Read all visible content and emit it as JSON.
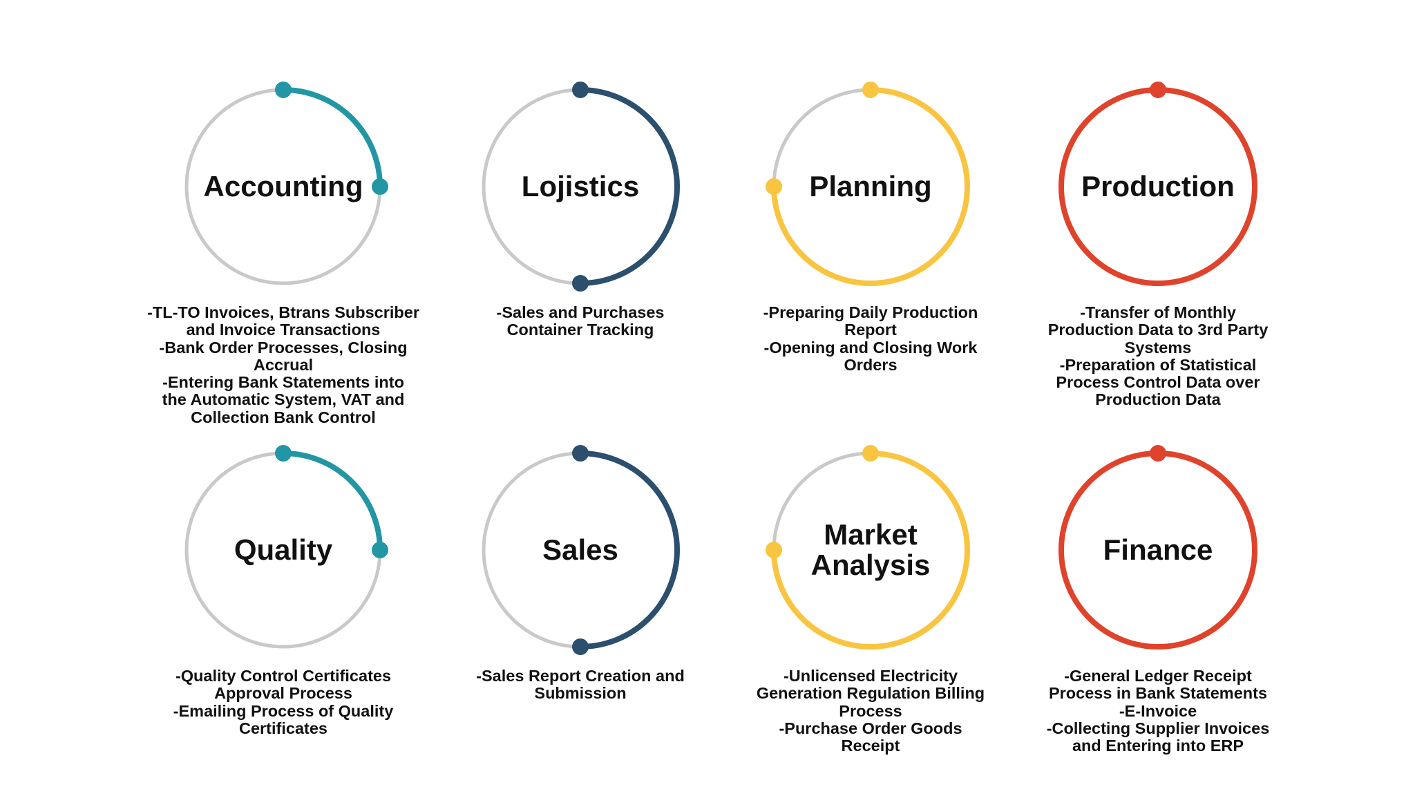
{
  "colors": {
    "track": "#c9c9c9",
    "teal": "#2396a5",
    "navy": "#2b4f6d",
    "yellow": "#f9c440",
    "red": "#e0432c",
    "text": "#111111"
  },
  "cards": [
    {
      "id": "accounting",
      "title": "Accounting",
      "color": "teal",
      "progress_fraction": 0.25,
      "description": [
        "-TL-TO Invoices, Btrans Subscriber",
        "and Invoice Transactions",
        "-Bank Order Processes, Closing",
        "Accrual",
        "-Entering Bank Statements into",
        "the Automatic System, VAT and",
        "Collection Bank Control"
      ]
    },
    {
      "id": "lojistics",
      "title": "Lojistics",
      "color": "navy",
      "progress_fraction": 0.5,
      "description": [
        "-Sales and Purchases",
        "Container Tracking"
      ]
    },
    {
      "id": "planning",
      "title": "Planning",
      "color": "yellow",
      "progress_fraction": 0.75,
      "description": [
        "-Preparing Daily Production",
        "Report",
        "-Opening and Closing Work",
        "Orders"
      ]
    },
    {
      "id": "production",
      "title": "Production",
      "color": "red",
      "progress_fraction": 1.0,
      "description": [
        "-Transfer of Monthly",
        "Production Data to 3rd Party",
        "Systems",
        "-Preparation of Statistical",
        "Process Control Data over",
        "Production Data"
      ]
    },
    {
      "id": "quality",
      "title": "Quality",
      "color": "teal",
      "progress_fraction": 0.25,
      "description": [
        "-Quality Control Certificates",
        "Approval Process",
        "-Emailing Process of Quality",
        "Certificates"
      ]
    },
    {
      "id": "sales",
      "title": "Sales",
      "color": "navy",
      "progress_fraction": 0.5,
      "description": [
        "-Sales Report Creation and",
        "Submission"
      ]
    },
    {
      "id": "market-analysis",
      "title": "Market\nAnalysis",
      "color": "yellow",
      "progress_fraction": 0.75,
      "description": [
        "-Unlicensed Electricity",
        "Generation Regulation Billing",
        "Process",
        "-Purchase Order Goods",
        "Receipt"
      ]
    },
    {
      "id": "finance",
      "title": "Finance",
      "color": "red",
      "progress_fraction": 1.0,
      "description": [
        "-General Ledger Receipt",
        "Process in Bank Statements",
        "-E-Invoice",
        "-Collecting Supplier Invoices",
        "and Entering into ERP"
      ]
    }
  ]
}
